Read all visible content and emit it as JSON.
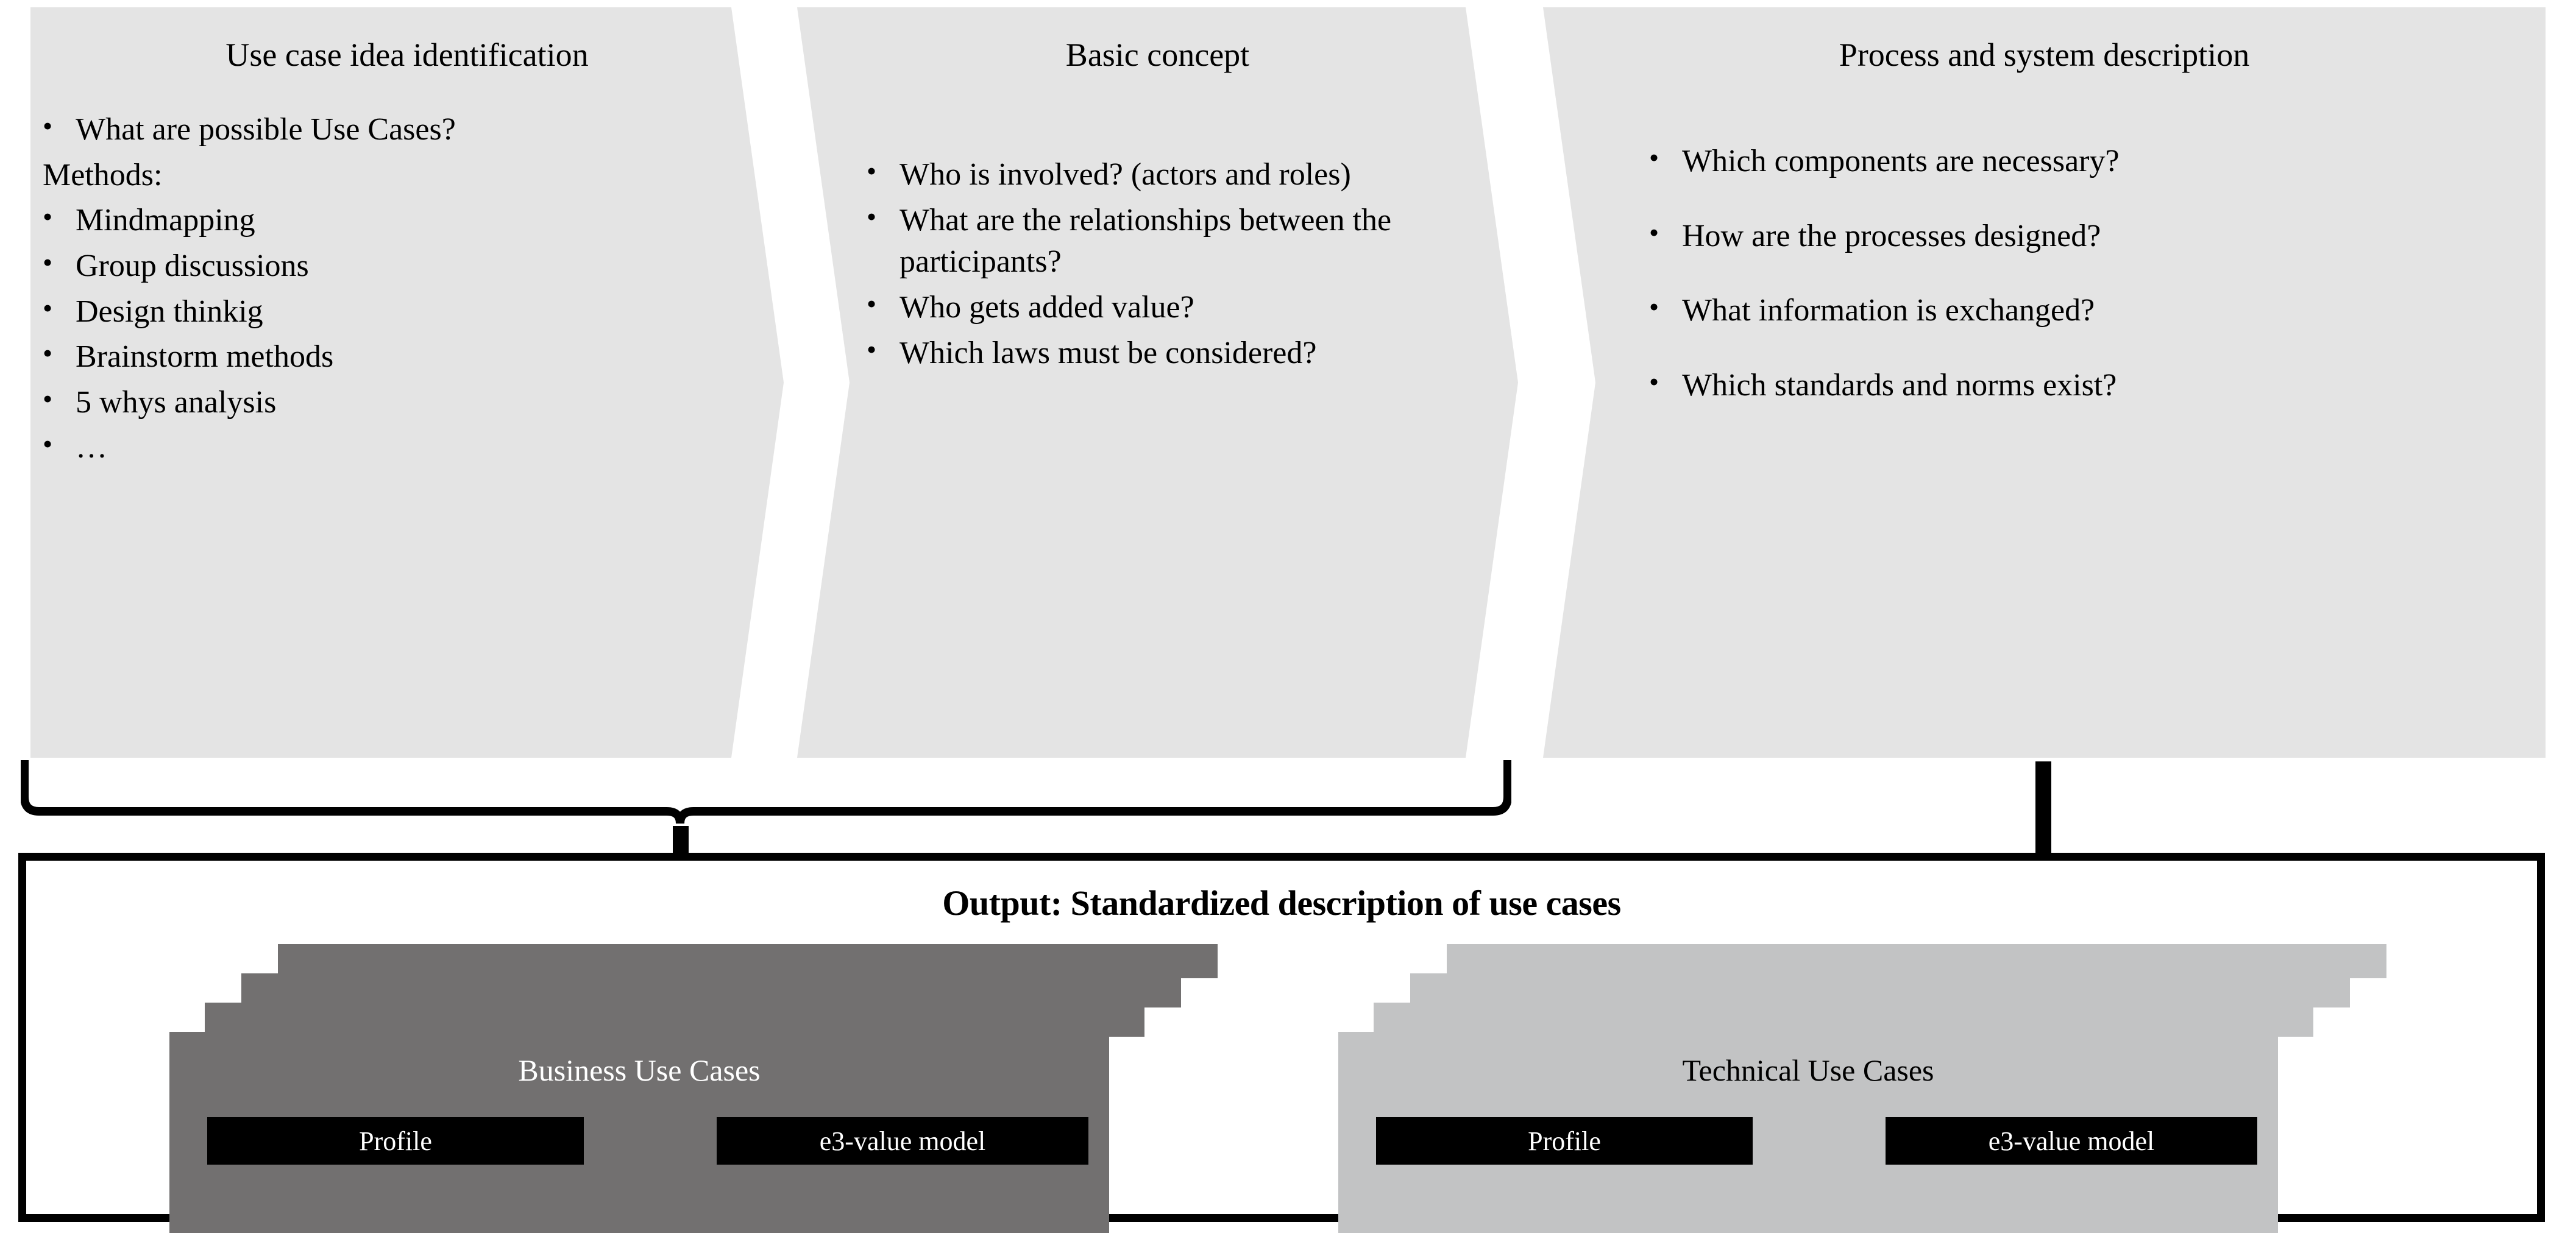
{
  "panels": [
    {
      "id": "use-case-idea-identification",
      "title": "Use case idea identification",
      "items": [
        {
          "text": "What are possible Use Cases?",
          "bullet": true
        },
        {
          "text": "Methods:",
          "bullet": false
        },
        {
          "text": "Mindmapping",
          "bullet": true
        },
        {
          "text": "Group discussions",
          "bullet": true
        },
        {
          "text": "Design thinkig",
          "bullet": true
        },
        {
          "text": "Brainstorm methods",
          "bullet": true
        },
        {
          "text": "5 whys analysis",
          "bullet": true
        },
        {
          "text": "…",
          "bullet": true
        }
      ]
    },
    {
      "id": "basic-concept",
      "title": "Basic concept",
      "items": [
        {
          "text": "Who is involved? (actors and roles)",
          "bullet": true
        },
        {
          "text": "What are the relationships between the participants?",
          "bullet": true
        },
        {
          "text": "Who gets added value?",
          "bullet": true
        },
        {
          "text": "Which laws must be considered?",
          "bullet": true
        }
      ]
    },
    {
      "id": "process-and-system-description",
      "title": "Process and system description",
      "items": [
        {
          "text": "Which components are necessary?",
          "bullet": true
        },
        {
          "text": "How are the processes designed?",
          "bullet": true
        },
        {
          "text": "What information is exchanged?",
          "bullet": true
        },
        {
          "text": "Which standards and norms exist?",
          "bullet": true
        }
      ]
    }
  ],
  "output": {
    "title": "Output: Standardized description of use cases",
    "stacks": [
      {
        "id": "business-use-cases",
        "label": "Business Use Cases",
        "color": "#727070",
        "text_color": "#ffffff",
        "chips": [
          "Profile",
          "e3-value model"
        ],
        "sheets": 3
      },
      {
        "id": "technical-use-cases",
        "label": "Technical Use Cases",
        "color": "#c2c3c4",
        "text_color": "#000000",
        "chips": [
          "Profile",
          "e3-value model"
        ],
        "sheets": 3
      }
    ]
  },
  "connectors": {
    "brace_label": "brace joining first two panels",
    "arrows": [
      "down-arrow-to-business-stack",
      "down-arrow-to-technical-stack"
    ]
  },
  "colors": {
    "panel_bg": "#e4e4e4",
    "dark_card": "#727070",
    "light_card": "#c2c3c4",
    "chip_bg": "#000000",
    "page_bg": "#ffffff"
  }
}
